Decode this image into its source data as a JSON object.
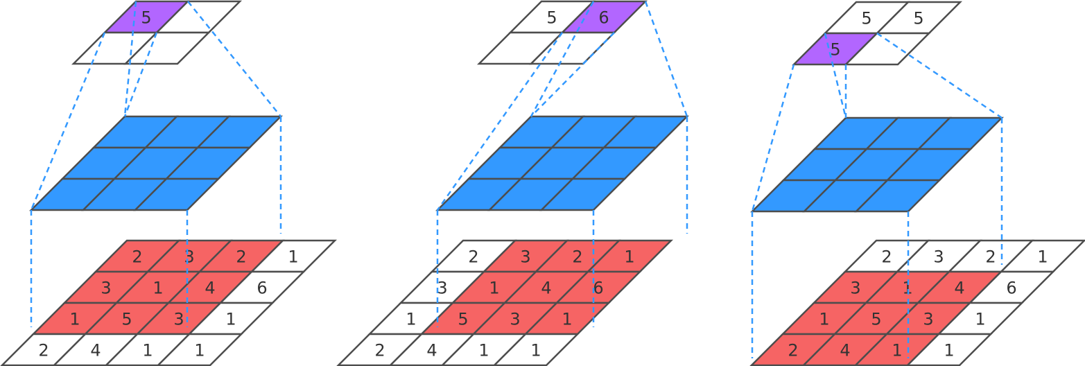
{
  "colors": {
    "input_highlight": "#f66464",
    "kernel_fill": "#3399ff",
    "output_highlight": "#b266ff",
    "grid_stroke": "#4d4d4d",
    "projection_line": "#3399ff"
  },
  "panels": [
    {
      "input_grid": [
        [
          "2",
          "3",
          "2",
          "1"
        ],
        [
          "3",
          "1",
          "4",
          "6"
        ],
        [
          "1",
          "5",
          "3",
          "1"
        ],
        [
          "2",
          "4",
          "1",
          "1"
        ]
      ],
      "input_highlight": [
        [
          0,
          0
        ],
        [
          0,
          1
        ],
        [
          0,
          2
        ],
        [
          1,
          0
        ],
        [
          1,
          1
        ],
        [
          1,
          2
        ],
        [
          2,
          0
        ],
        [
          2,
          1
        ],
        [
          2,
          2
        ]
      ],
      "output_grid": [
        [
          "5",
          ""
        ],
        [
          "",
          ""
        ]
      ],
      "output_highlight": [
        0,
        0
      ]
    },
    {
      "input_grid": [
        [
          "2",
          "3",
          "2",
          "1"
        ],
        [
          "3",
          "1",
          "4",
          "6"
        ],
        [
          "1",
          "5",
          "3",
          "1"
        ],
        [
          "2",
          "4",
          "1",
          "1"
        ]
      ],
      "input_highlight": [
        [
          0,
          1
        ],
        [
          0,
          2
        ],
        [
          0,
          3
        ],
        [
          1,
          1
        ],
        [
          1,
          2
        ],
        [
          1,
          3
        ],
        [
          2,
          1
        ],
        [
          2,
          2
        ],
        [
          2,
          3
        ]
      ],
      "output_grid": [
        [
          "5",
          "6"
        ],
        [
          "",
          ""
        ]
      ],
      "output_highlight": [
        0,
        1
      ]
    },
    {
      "input_grid": [
        [
          "2",
          "3",
          "2",
          "1"
        ],
        [
          "3",
          "1",
          "4",
          "6"
        ],
        [
          "1",
          "5",
          "3",
          "1"
        ],
        [
          "2",
          "4",
          "1",
          "1"
        ]
      ],
      "input_highlight": [
        [
          1,
          0
        ],
        [
          1,
          1
        ],
        [
          1,
          2
        ],
        [
          2,
          0
        ],
        [
          2,
          1
        ],
        [
          2,
          2
        ],
        [
          3,
          0
        ],
        [
          3,
          1
        ],
        [
          3,
          2
        ]
      ],
      "output_grid": [
        [
          "5",
          "5"
        ],
        [
          "5",
          ""
        ]
      ],
      "output_highlight": [
        1,
        0
      ]
    }
  ]
}
